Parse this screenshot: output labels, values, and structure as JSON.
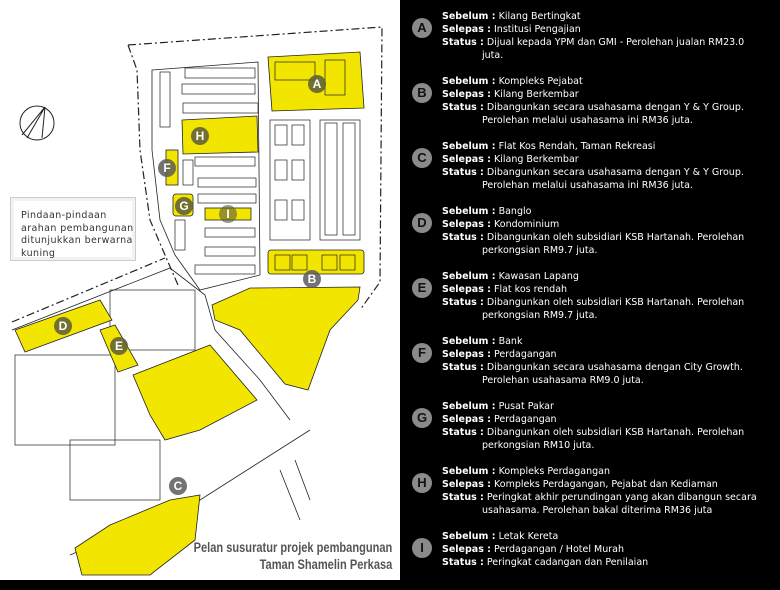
{
  "map": {
    "note": [
      "Pindaan-pindaan",
      "arahan pembangunan",
      "ditunjukkan berwarna",
      "kuning"
    ],
    "caption": [
      "Pelan susuratur projek pembangunan",
      "Taman Shamelin Perkasa"
    ],
    "markers": [
      "A",
      "B",
      "C",
      "D",
      "E",
      "F",
      "G",
      "H",
      "I"
    ],
    "highlight_color": "#f2e600"
  },
  "labels": {
    "before": "Sebelum :",
    "after": "Selepas :",
    "status": "Status :"
  },
  "entries": [
    {
      "id": "A",
      "before": "Kilang Bertingkat",
      "after": "Institusi Pengajian",
      "status": [
        "Dijual kepada YPM dan GMI - Perolehan jualan RM23.0",
        "juta."
      ]
    },
    {
      "id": "B",
      "before": "Kompleks Pejabat",
      "after": "Kilang Berkembar",
      "status": [
        "Dibangunkan secara usahasama dengan Y & Y Group.",
        "Perolehan melalui usahasama ini RM36 juta."
      ]
    },
    {
      "id": "C",
      "before": "Flat Kos Rendah, Taman Rekreasi",
      "after": "Kilang Berkembar",
      "status": [
        "Dibangunkan secara usahasama dengan Y & Y Group.",
        "Perolehan melalui usahasama ini RM36 juta."
      ]
    },
    {
      "id": "D",
      "before": "Banglo",
      "after": "Kondominium",
      "status": [
        "Dibangunkan oleh subsidiari KSB Hartanah. Perolehan",
        "perkongsian RM9.7 juta."
      ]
    },
    {
      "id": "E",
      "before": "Kawasan Lapang",
      "after": "Flat kos rendah",
      "status": [
        "Dibangunkan oleh subsidiari KSB Hartanah. Perolehan",
        "perkongsian RM9.7 juta."
      ]
    },
    {
      "id": "F",
      "before": "Bank",
      "after": "Perdagangan",
      "status": [
        "Dibangunkan secara usahasama dengan City Growth.",
        "Perolehan usahasama RM9.0 juta."
      ]
    },
    {
      "id": "G",
      "before": "Pusat Pakar",
      "after": "Perdagangan",
      "status": [
        "Dibangunkan oleh subsidiari KSB Hartanah. Perolehan",
        "perkongsian RM10 juta."
      ]
    },
    {
      "id": "H",
      "before": "Kompleks Perdagangan",
      "after": "Kompleks Perdagangan, Pejabat dan Kediaman",
      "status": [
        "Peringkat akhir perundingan yang akan dibangun secara",
        "usahasama. Perolehan bakal diterima RM36 juta"
      ]
    },
    {
      "id": "I",
      "before": "Letak Kereta",
      "after": "Perdagangan / Hotel Murah",
      "status": [
        "Peringkat cadangan dan Penilaian"
      ]
    }
  ]
}
